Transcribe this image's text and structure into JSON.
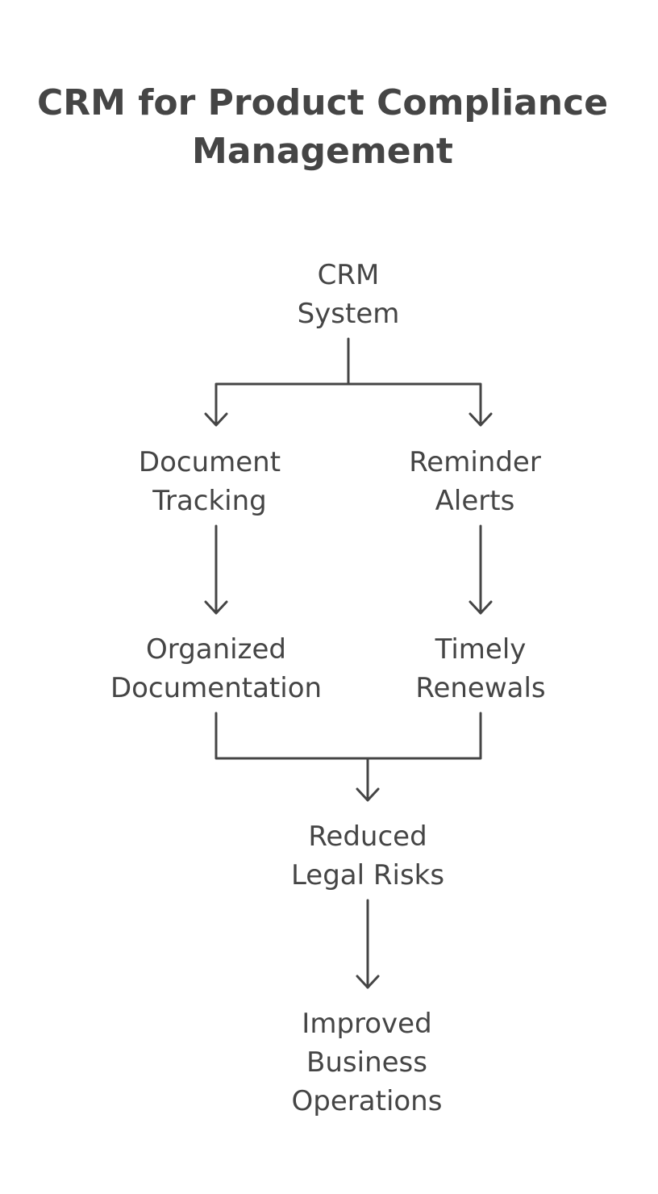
{
  "title": {
    "line1": "CRM for Product Compliance",
    "line2": "Management"
  },
  "nodes": {
    "crm_system": [
      "CRM",
      "System"
    ],
    "document_tracking": [
      "Document",
      "Tracking"
    ],
    "reminder_alerts": [
      "Reminder",
      "Alerts"
    ],
    "organized_documentation": [
      "Organized",
      "Documentation"
    ],
    "timely_renewals": [
      "Timely",
      "Renewals"
    ],
    "reduced_legal_risks": [
      "Reduced",
      "Legal Risks"
    ],
    "improved_business_operations": [
      "Improved",
      "Business",
      "Operations"
    ]
  },
  "edges": [
    {
      "from": "crm_system",
      "to": "document_tracking"
    },
    {
      "from": "crm_system",
      "to": "reminder_alerts"
    },
    {
      "from": "document_tracking",
      "to": "organized_documentation"
    },
    {
      "from": "reminder_alerts",
      "to": "timely_renewals"
    },
    {
      "from": "organized_documentation",
      "to": "reduced_legal_risks"
    },
    {
      "from": "timely_renewals",
      "to": "reduced_legal_risks"
    },
    {
      "from": "reduced_legal_risks",
      "to": "improved_business_operations"
    }
  ],
  "colors": {
    "text": "#454545",
    "stroke": "#454545",
    "background": "#ffffff"
  }
}
